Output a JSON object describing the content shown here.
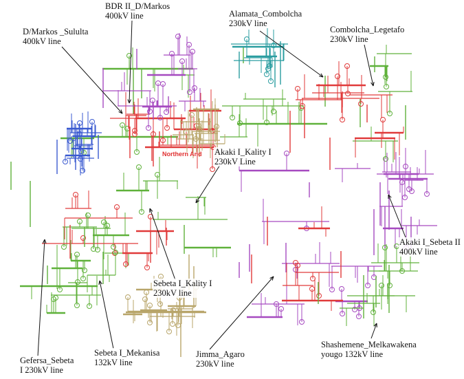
{
  "diagram": {
    "center_label": "Northern And",
    "colors": {
      "green_400kv": "#5fb13a",
      "red_230kv": "#e03a3a",
      "purple_132kv": "#a64ac0",
      "olive_66kv": "#b8a56a",
      "teal": "#2a9da0",
      "blue": "#3a5ad0",
      "pointer": "#111111"
    },
    "callouts": [
      {
        "id": "dmarkos-sululta",
        "line1": "D/Markos _Sululta",
        "line2": "400kV line"
      },
      {
        "id": "bdr2-dmarkos",
        "line1": "BDR II_D/Markos",
        "line2": "400kV line"
      },
      {
        "id": "alamata-combolcha",
        "line1": "Alamata_Combolcha",
        "line2": "230kV line"
      },
      {
        "id": "combolcha-legetafo",
        "line1": "Combolcha_Legetafo",
        "line2": "230kV line"
      },
      {
        "id": "akaki1-kality1",
        "line1": "Akaki I_Kality I",
        "line2": "230kV Line"
      },
      {
        "id": "akaki1-sebeta2",
        "line1": "Akaki I_Sebeta II",
        "line2": "400kV line"
      },
      {
        "id": "sebeta1-kality1",
        "line1": "Sebeta I_Kality I",
        "line2": "230kV line"
      },
      {
        "id": "gefersa-sebeta",
        "line1": "Gefersa_Sebeta",
        "line2": "I 230kV line"
      },
      {
        "id": "sebeta1-mekanisa",
        "line1": "Sebeta I_Mekanisa",
        "line2": "132kV line"
      },
      {
        "id": "jimma-agaro",
        "line1": "Jimma_Agaro",
        "line2": "230kV line"
      },
      {
        "id": "shashemene-melkawakena",
        "line1": "Shashemene_Melkawakena",
        "line2": "yougo 132kV line"
      }
    ]
  }
}
